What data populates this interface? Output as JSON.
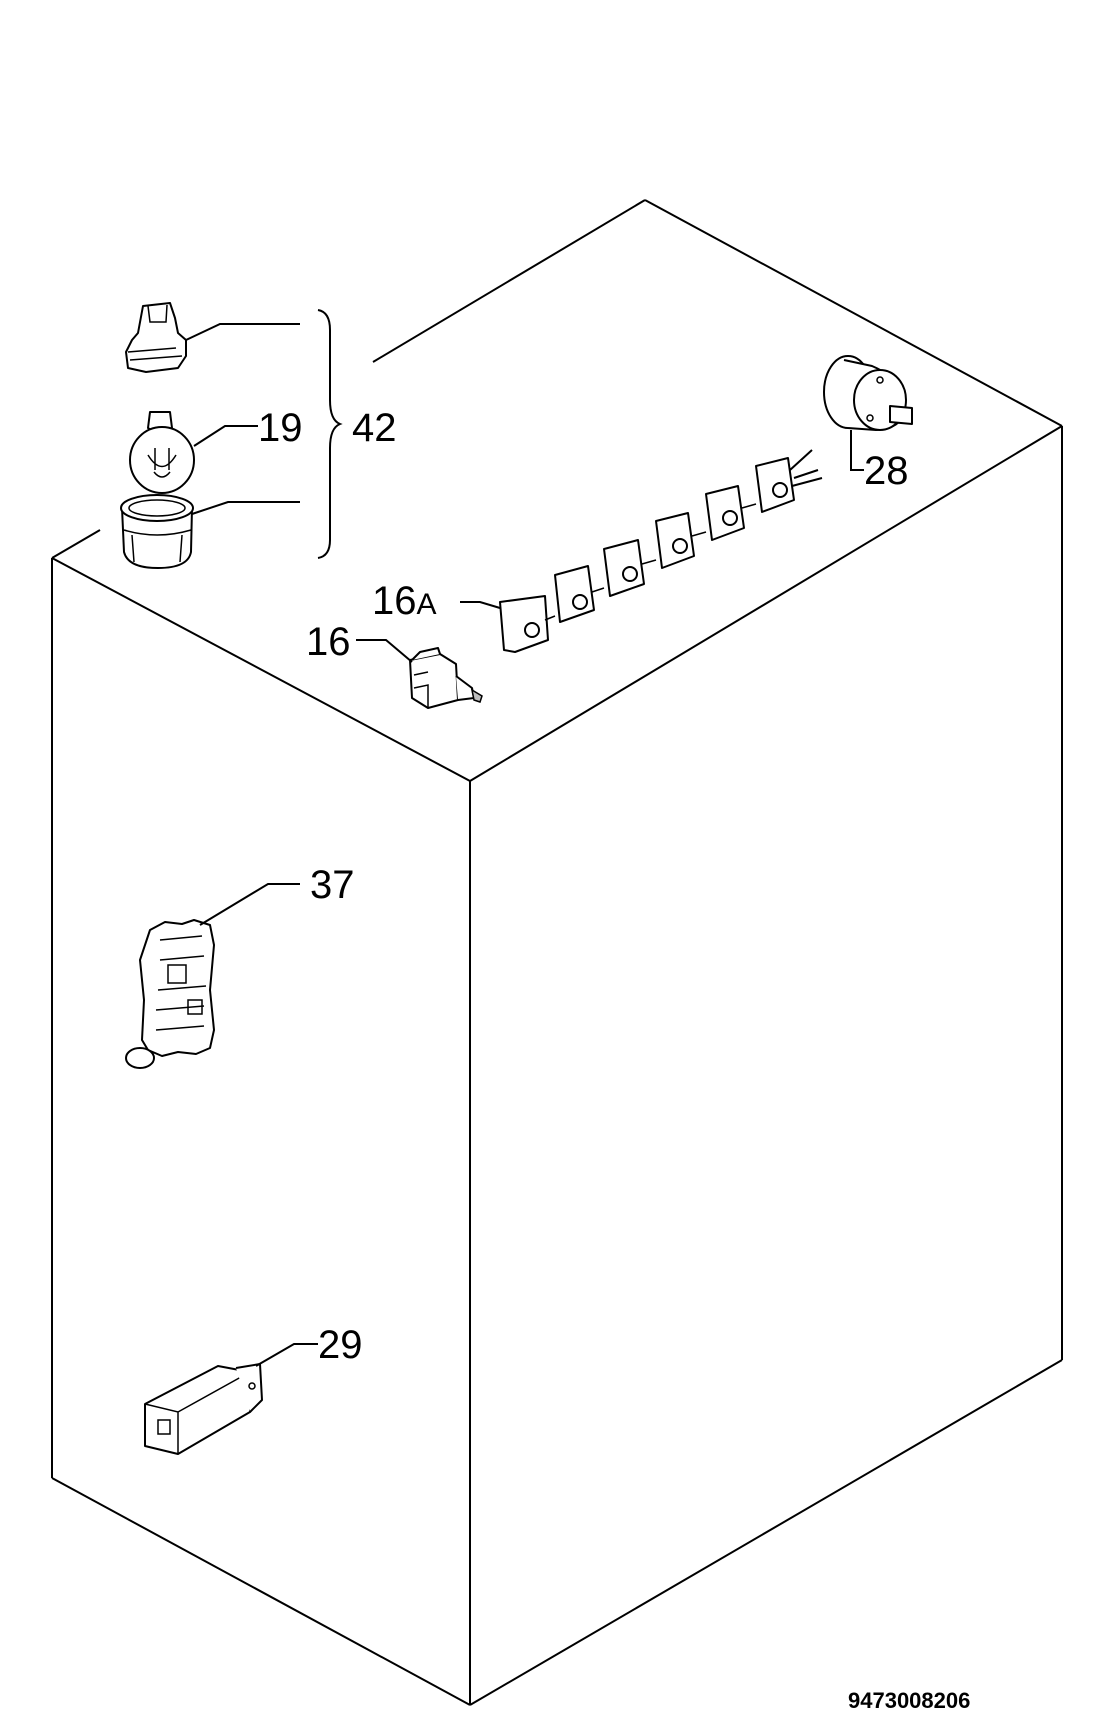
{
  "callouts": {
    "c19": "19",
    "c42": "42",
    "c28": "28",
    "c16a_num": "16",
    "c16a_suffix": "A",
    "c16": "16",
    "c37": "37",
    "c29": "29"
  },
  "drawing_number": "9473008206",
  "parts": [
    {
      "id": "lamp-cover",
      "icon": "lamp-holder-icon"
    },
    {
      "id": "bulb",
      "icon": "light-bulb-icon"
    },
    {
      "id": "lamp-base",
      "icon": "lamp-cap-icon"
    },
    {
      "id": "thermostat",
      "icon": "thermostat-knob-icon"
    },
    {
      "id": "switch-row",
      "icon": "push-switch-block-icon"
    },
    {
      "id": "door-switch",
      "icon": "door-switch-icon"
    },
    {
      "id": "bracket",
      "icon": "mounting-bracket-icon"
    },
    {
      "id": "relay",
      "icon": "starter-relay-icon"
    }
  ]
}
